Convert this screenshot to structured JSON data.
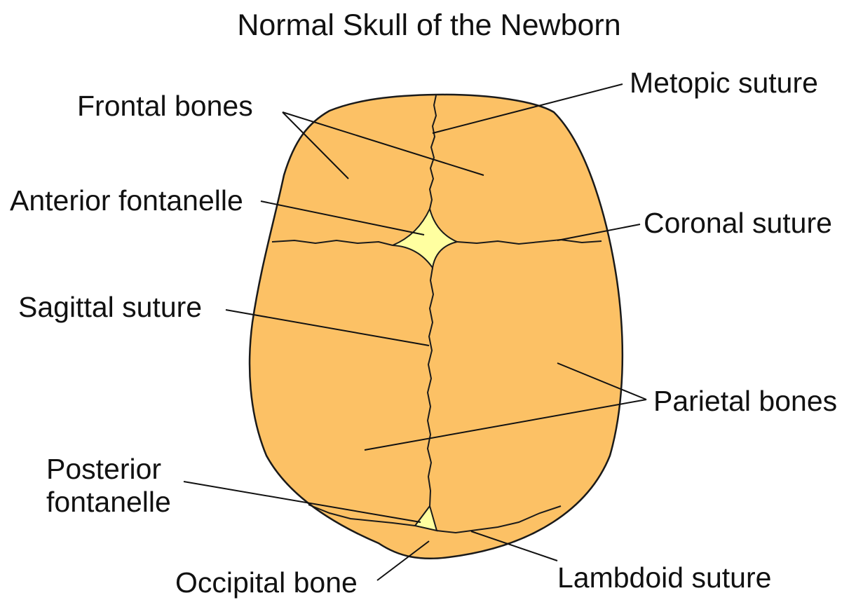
{
  "title": "Normal Skull of the Newborn",
  "labels": {
    "frontal_bones": "Frontal bones",
    "metopic_suture": "Metopic suture",
    "anterior_fontanelle": "Anterior fontanelle",
    "coronal_suture": "Coronal suture",
    "sagittal_suture": "Sagittal suture",
    "parietal_bones": "Parietal bones",
    "posterior_fontanelle_line1": "Posterior",
    "posterior_fontanelle_line2": "fontanelle",
    "occipital_bone": "Occipital bone",
    "lambdoid_suture": "Lambdoid suture"
  },
  "colors": {
    "bone": "#FCC165",
    "fontanelle": "#FFFFA0",
    "outline": "#1a1a1a",
    "text": "#111111"
  }
}
